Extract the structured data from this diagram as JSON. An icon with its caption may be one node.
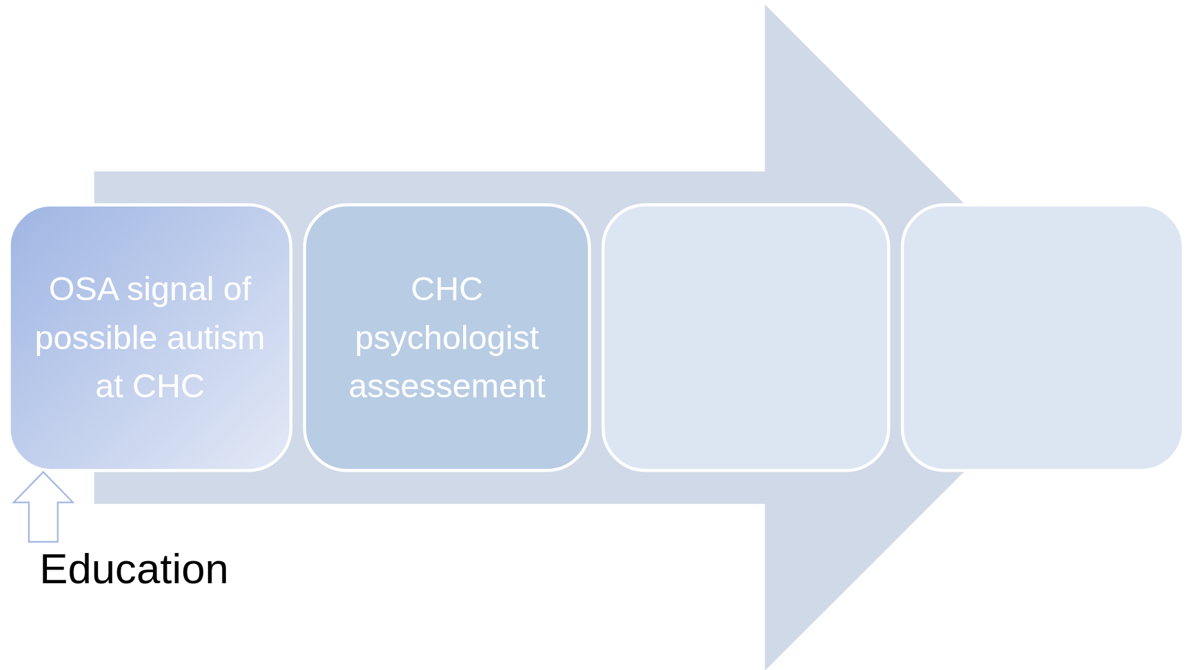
{
  "diagram": {
    "nodes": [
      {
        "text": [
          "OSA signal of possible autism at CHC"
        ]
      },
      {
        "text": [
          "CHC psychologist assessement"
        ]
      },
      {
        "text": [],
        "shape": "box"
      },
      {
        "text": [],
        "shape": "box"
      },
      {
        "text": [
          "Education"
        ]
      }
    ],
    "edges": [
      {
        "from": 0,
        "to": 3,
        "arrow": "to"
      },
      {
        "from": 4,
        "to": 0,
        "arrow": "to"
      }
    ]
  }
}
